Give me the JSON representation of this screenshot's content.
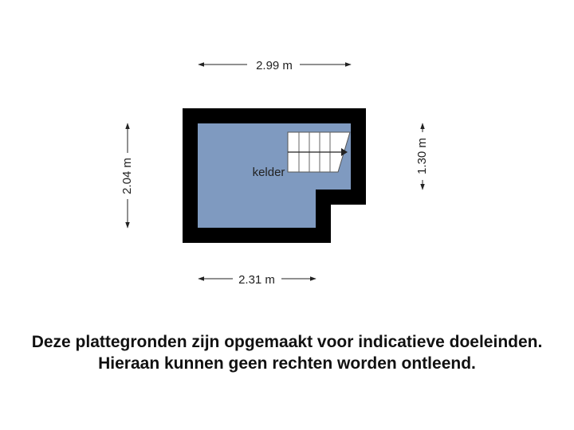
{
  "floorplan": {
    "room": {
      "label": "kelder",
      "fill": "#7f9ac0"
    },
    "wall_color": "#000000",
    "dimensions": {
      "top": "2.99 m",
      "bottom": "2.31 m",
      "left": "2.04 m",
      "right": "1.30 m"
    }
  },
  "disclaimer": {
    "line1": "Deze plattegronden zijn opgemaakt voor indicatieve doeleinden.",
    "line2": "Hieraan kunnen geen rechten worden ontleend."
  }
}
